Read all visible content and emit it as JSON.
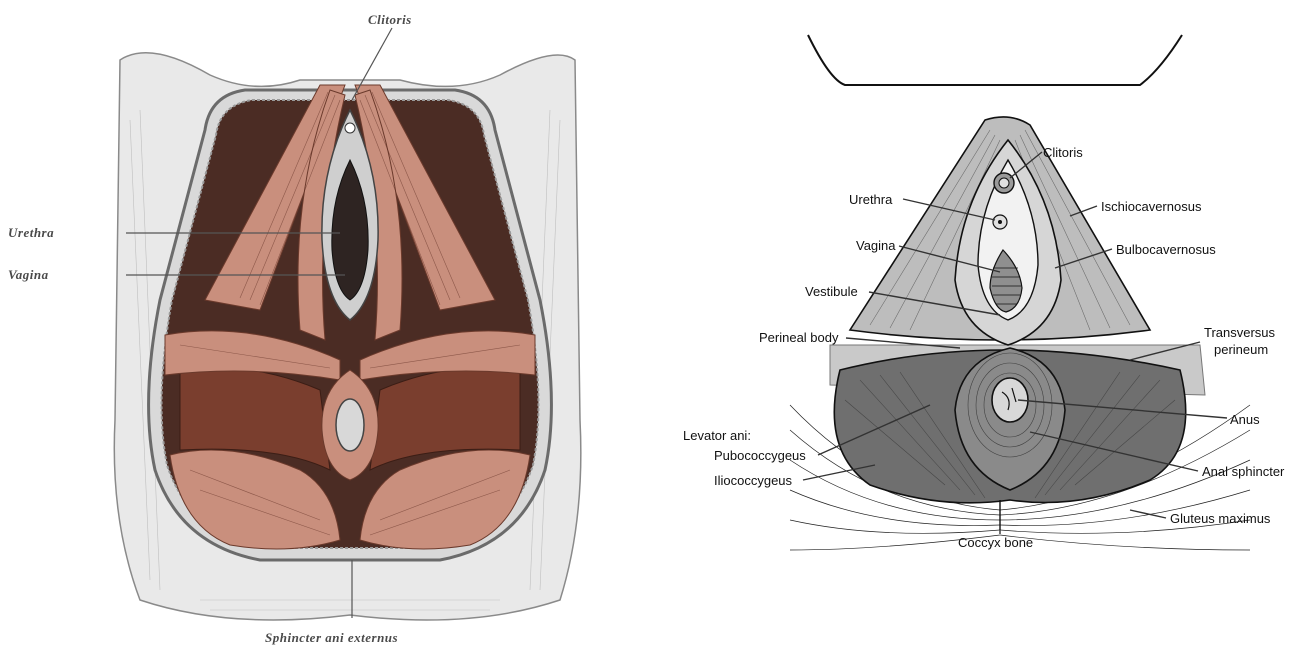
{
  "left_panel": {
    "labels": {
      "clitoris": "Clitoris",
      "urethra": "Urethra",
      "vagina": "Vagina",
      "sphincter": "Sphincter ani externus"
    }
  },
  "right_panel": {
    "labels": {
      "clitoris": "Clitoris",
      "urethra": "Urethra",
      "ischiocavernosus": "Ischiocavernosus",
      "vagina": "Vagina",
      "bulbocavernosus": "Bulbocavernosus",
      "vestibule": "Vestibule",
      "perineal_body": "Perineal body",
      "transversus_1": "Transversus",
      "transversus_2": "perineum",
      "levator_ani": "Levator ani:",
      "anus": "Anus",
      "pubococcygeus": "Pubococcygeus",
      "iliococcygeus": "Iliococcygeus",
      "anal_sphincter": "Anal sphincter",
      "gluteus_maximus": "Gluteus maximus",
      "coccyx_bone": "Coccyx bone"
    }
  },
  "colors": {
    "muscle_light": "#c98f7d",
    "muscle_dark": "#7a3e2e",
    "diagram_gray": "#bdbdbd",
    "diagram_dark_gray": "#6f6f6f"
  }
}
